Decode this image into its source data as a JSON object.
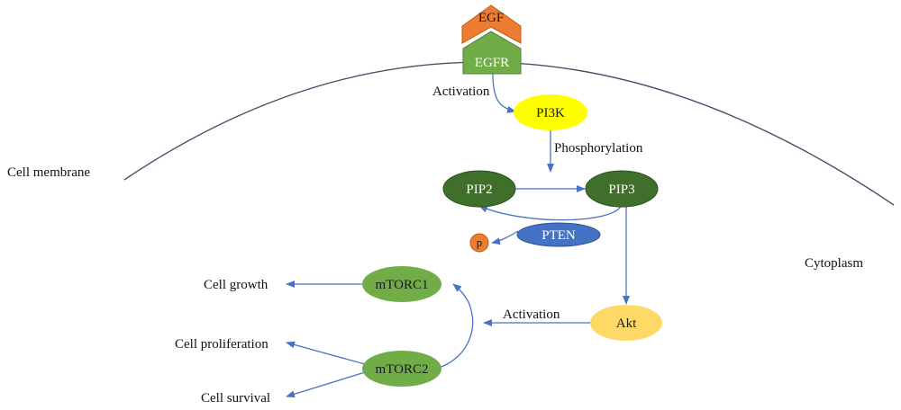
{
  "labels": {
    "cell_membrane": "Cell membrane",
    "cytoplasm": "Cytoplasm",
    "activation_top": "Activation",
    "phosphorylation": "Phosphorylation",
    "activation_akt": "Activation",
    "cell_growth": "Cell growth",
    "cell_proliferation": "Cell proliferation",
    "cell_survival": "Cell survival"
  },
  "nodes": {
    "egf": "EGF",
    "egfr": "EGFR",
    "pi3k": "PI3K",
    "pip2": "PIP2",
    "pip3": "PIP3",
    "pten": "PTEN",
    "p": "p",
    "akt": "Akt",
    "mtorc1": "mTORC1",
    "mtorc2": "mTORC2"
  },
  "colors": {
    "egf_orange": "#ed7d31",
    "egfr_green": "#70ad47",
    "pi3k_yellow": "#ffff00",
    "pip_dark_green": "#3f6f2a",
    "pten_blue": "#4472c4",
    "p_orange": "#ed7d31",
    "akt_yellow": "#ffd966",
    "mtorc_green": "#70ad47",
    "arrow_blue": "#4a72c4"
  }
}
